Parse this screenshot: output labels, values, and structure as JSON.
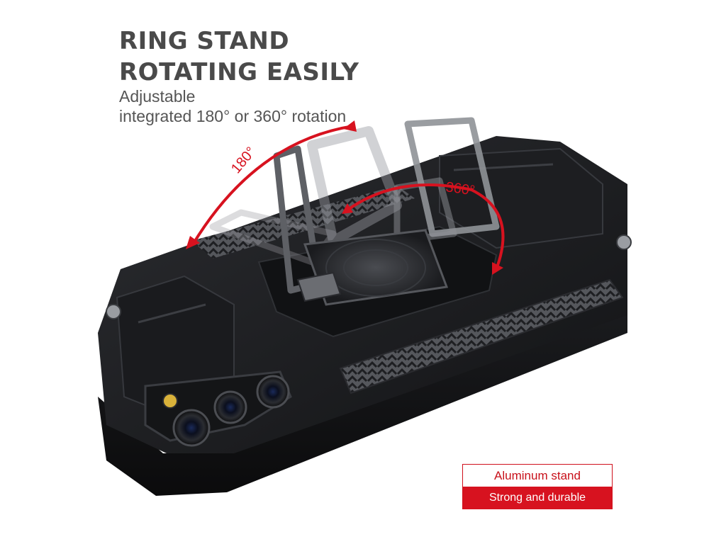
{
  "headline": {
    "line1": "RING STAND",
    "line2": "ROTATING EASILY"
  },
  "subtext": {
    "line1": "Adjustable",
    "line2": "integrated 180° or 360° rotation"
  },
  "annotations": {
    "left_angle": "180°",
    "right_angle": "360°"
  },
  "badge": {
    "top_label": "Aluminum stand",
    "bottom_label": "Strong and durable"
  },
  "colors": {
    "accent_red": "#d7121f",
    "headline_gray": "#4a4a4a",
    "case_black": "#1c1d20",
    "ring_silver": "#8c8f94"
  },
  "icons": [
    "rotation-arrow-180-icon",
    "rotation-arrow-360-icon",
    "ring-stand-icon",
    "camera-lens-icon"
  ]
}
